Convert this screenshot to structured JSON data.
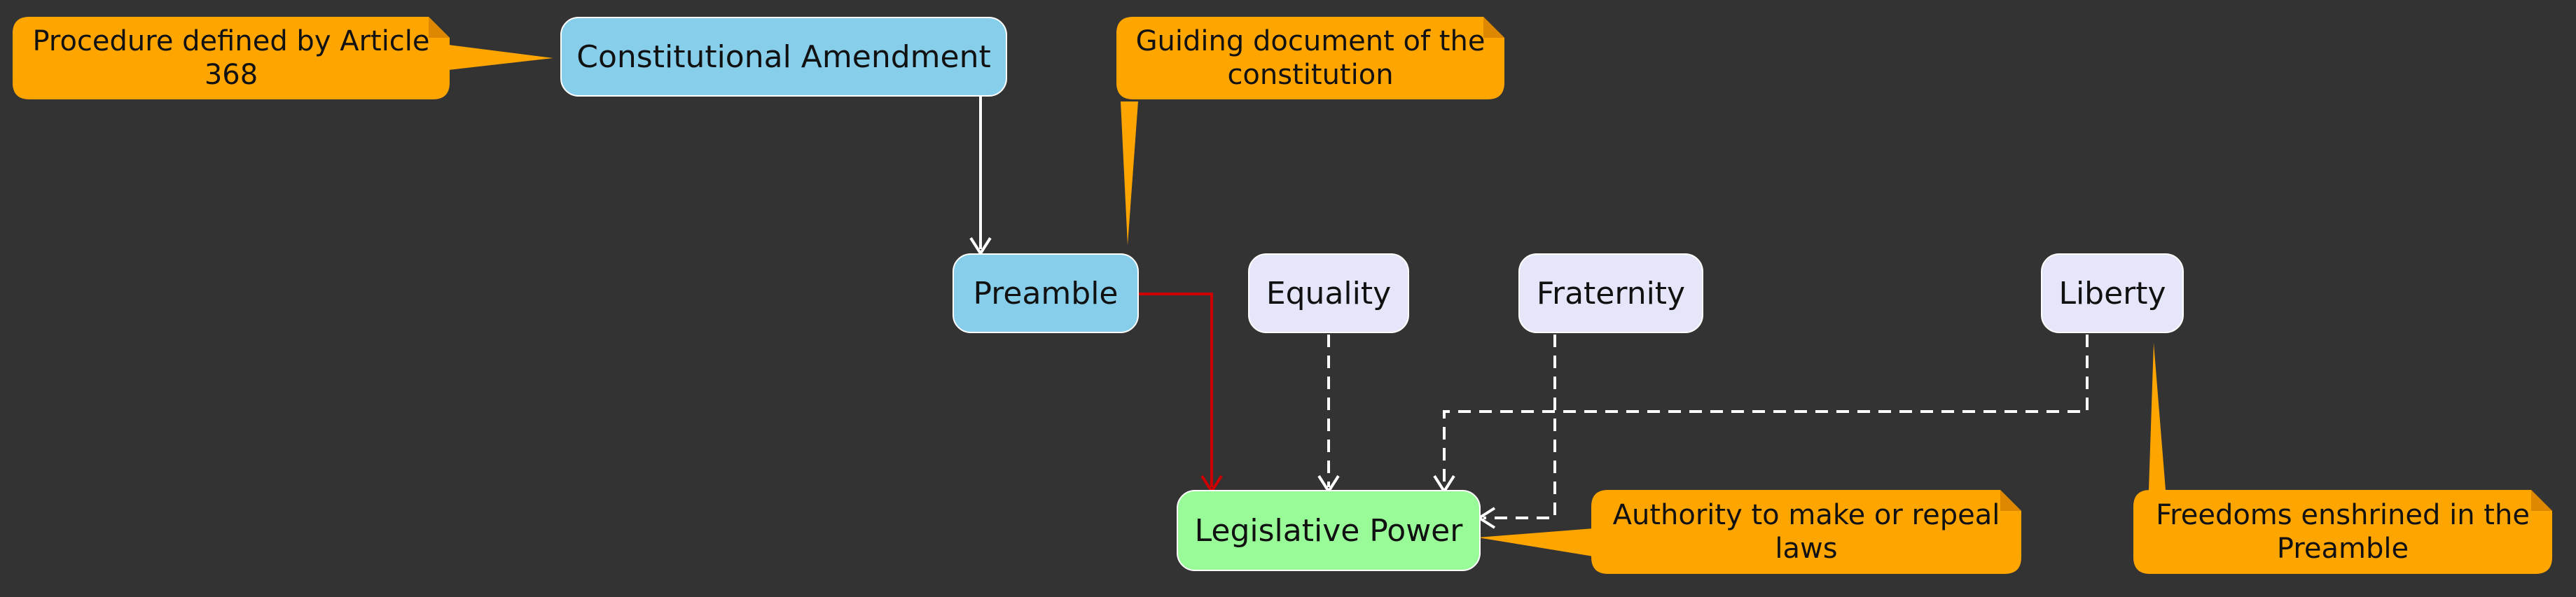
{
  "nodes": {
    "constitutional_amendment": {
      "label": "Constitutional Amendment",
      "color": "#87CEEB"
    },
    "preamble": {
      "label": "Preamble",
      "color": "#87CEEB"
    },
    "equality": {
      "label": "Equality",
      "color": "#E6E6FA"
    },
    "fraternity": {
      "label": "Fraternity",
      "color": "#E6E6FA"
    },
    "liberty": {
      "label": "Liberty",
      "color": "#E6E6FA"
    },
    "legislative_power": {
      "label": "Legislative Power",
      "color": "#98FB98"
    }
  },
  "notes": {
    "article_368": "Procedure defined by Article 368",
    "guiding_document": "Guiding document of the constitution",
    "authority": "Authority to make or repeal laws",
    "freedoms": "Freedoms enshrined in the Preamble"
  },
  "colors": {
    "background": "#333333",
    "note": "#FFA500",
    "arrow": "#FFFFFF",
    "highlight_arrow": "#CC0000"
  }
}
